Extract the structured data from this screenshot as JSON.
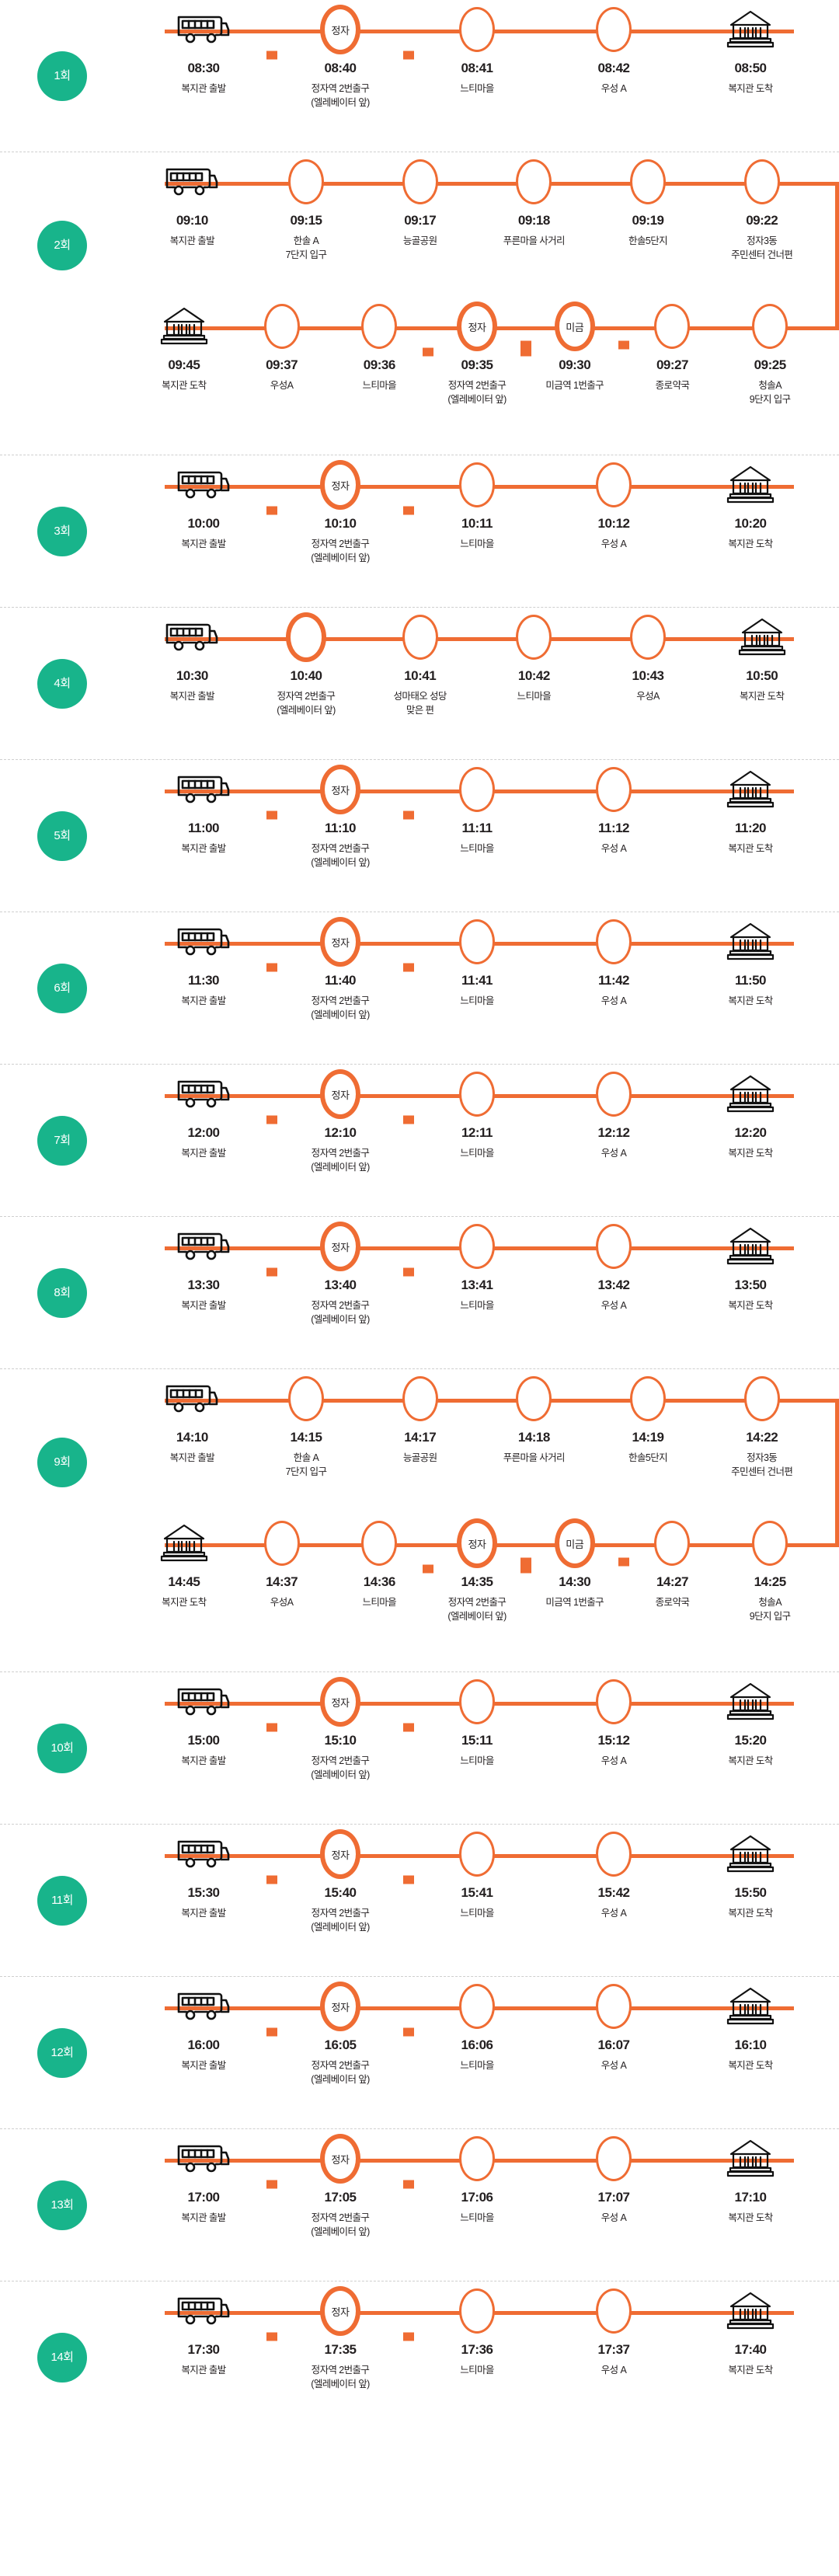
{
  "meta": {
    "accent_color": "#ef6c33",
    "badge_color": "#18b48b",
    "text_color": "#231f20",
    "divider_color": "#cfcfcf"
  },
  "icons": {
    "bus": "bus-icon",
    "welfare_center": "welfare-center-building-icon"
  },
  "rounds": [
    {
      "badge": "1회",
      "type": "simple",
      "legs": [
        {
          "stops": [
            {
              "mark": "bus",
              "time": "08:30",
              "place": "복지관 출발"
            },
            {
              "mark": "major",
              "label": "정자",
              "time": "08:40",
              "place": "정자역 2번출구\n(엘레베이터 앞)"
            },
            {
              "mark": "plain",
              "time": "08:41",
              "place": "느티마을"
            },
            {
              "mark": "plain",
              "time": "08:42",
              "place": "우성 A"
            },
            {
              "mark": "building",
              "time": "08:50",
              "place": "복지관 도착"
            }
          ]
        }
      ]
    },
    {
      "badge": "2회",
      "type": "double",
      "legs": [
        {
          "wrapped": true,
          "stops": [
            {
              "mark": "bus",
              "time": "09:10",
              "place": "복지관 출발"
            },
            {
              "mark": "plain",
              "time": "09:15",
              "place": "한솔 A\n7단지 입구"
            },
            {
              "mark": "plain",
              "time": "09:17",
              "place": "능골공원"
            },
            {
              "mark": "plain",
              "time": "09:18",
              "place": "푸른마을 사거리"
            },
            {
              "mark": "plain",
              "time": "09:19",
              "place": "한솔5단지"
            },
            {
              "mark": "plain",
              "time": "09:22",
              "place": "정자3동\n주민센터 건너편"
            }
          ]
        },
        {
          "reverse": true,
          "stops": [
            {
              "mark": "building",
              "time": "09:45",
              "place": "복지관 도착"
            },
            {
              "mark": "plain",
              "time": "09:37",
              "place": "우성A"
            },
            {
              "mark": "plain",
              "time": "09:36",
              "place": "느티마을"
            },
            {
              "mark": "major",
              "label": "정자",
              "time": "09:35",
              "place": "정자역 2번출구\n(엘레베이터 앞)"
            },
            {
              "mark": "major",
              "label": "미금",
              "time": "09:30",
              "place": "미금역 1번출구"
            },
            {
              "mark": "plain",
              "time": "09:27",
              "place": "종로약국"
            },
            {
              "mark": "plain",
              "time": "09:25",
              "place": "청솔A\n9단지 입구"
            }
          ]
        }
      ]
    },
    {
      "badge": "3회",
      "type": "simple",
      "legs": [
        {
          "stops": [
            {
              "mark": "bus",
              "time": "10:00",
              "place": "복지관 출발"
            },
            {
              "mark": "major",
              "label": "정자",
              "time": "10:10",
              "place": "정자역 2번출구\n(엘레베이터 앞)"
            },
            {
              "mark": "plain",
              "time": "10:11",
              "place": "느티마을"
            },
            {
              "mark": "plain",
              "time": "10:12",
              "place": "우성 A"
            },
            {
              "mark": "building",
              "time": "10:20",
              "place": "복지관 도착"
            }
          ]
        }
      ]
    },
    {
      "badge": "4회",
      "type": "simple",
      "legs": [
        {
          "stops": [
            {
              "mark": "bus",
              "time": "10:30",
              "place": "복지관 출발"
            },
            {
              "mark": "major-blank",
              "label": "",
              "time": "10:40",
              "place": "정자역 2번출구\n(엘레베이터 앞)"
            },
            {
              "mark": "plain",
              "time": "10:41",
              "place": "성마태오 성당\n맞은 편"
            },
            {
              "mark": "plain",
              "time": "10:42",
              "place": "느티마을"
            },
            {
              "mark": "plain",
              "time": "10:43",
              "place": "우성A"
            },
            {
              "mark": "building",
              "time": "10:50",
              "place": "복지관 도착"
            }
          ]
        }
      ]
    },
    {
      "badge": "5회",
      "type": "simple",
      "legs": [
        {
          "stops": [
            {
              "mark": "bus",
              "time": "11:00",
              "place": "복지관 출발"
            },
            {
              "mark": "major",
              "label": "정자",
              "time": "11:10",
              "place": "정자역 2번출구\n(엘레베이터 앞)"
            },
            {
              "mark": "plain",
              "time": "11:11",
              "place": "느티마을"
            },
            {
              "mark": "plain",
              "time": "11:12",
              "place": "우성 A"
            },
            {
              "mark": "building",
              "time": "11:20",
              "place": "복지관 도착"
            }
          ]
        }
      ]
    },
    {
      "badge": "6회",
      "type": "simple",
      "legs": [
        {
          "stops": [
            {
              "mark": "bus",
              "time": "11:30",
              "place": "복지관 출발"
            },
            {
              "mark": "major",
              "label": "정자",
              "time": "11:40",
              "place": "정자역 2번출구\n(엘레베이터 앞)"
            },
            {
              "mark": "plain",
              "time": "11:41",
              "place": "느티마을"
            },
            {
              "mark": "plain",
              "time": "11:42",
              "place": "우성 A"
            },
            {
              "mark": "building",
              "time": "11:50",
              "place": "복지관 도착"
            }
          ]
        }
      ]
    },
    {
      "badge": "7회",
      "type": "simple",
      "legs": [
        {
          "stops": [
            {
              "mark": "bus",
              "time": "12:00",
              "place": "복지관 출발"
            },
            {
              "mark": "major",
              "label": "정자",
              "time": "12:10",
              "place": "정자역 2번출구\n(엘레베이터 앞)"
            },
            {
              "mark": "plain",
              "time": "12:11",
              "place": "느티마을"
            },
            {
              "mark": "plain",
              "time": "12:12",
              "place": "우성 A"
            },
            {
              "mark": "building",
              "time": "12:20",
              "place": "복지관 도착"
            }
          ]
        }
      ]
    },
    {
      "badge": "8회",
      "type": "simple",
      "legs": [
        {
          "stops": [
            {
              "mark": "bus",
              "time": "13:30",
              "place": "복지관 출발"
            },
            {
              "mark": "major",
              "label": "정자",
              "time": "13:40",
              "place": "정자역 2번출구\n(엘레베이터 앞)"
            },
            {
              "mark": "plain",
              "time": "13:41",
              "place": "느티마을"
            },
            {
              "mark": "plain",
              "time": "13:42",
              "place": "우성 A"
            },
            {
              "mark": "building",
              "time": "13:50",
              "place": "복지관 도착"
            }
          ]
        }
      ]
    },
    {
      "badge": "9회",
      "type": "double",
      "legs": [
        {
          "wrapped": true,
          "stops": [
            {
              "mark": "bus",
              "time": "14:10",
              "place": "복지관 출발"
            },
            {
              "mark": "plain",
              "time": "14:15",
              "place": "한솔 A\n7단지 입구"
            },
            {
              "mark": "plain",
              "time": "14:17",
              "place": "능골공원"
            },
            {
              "mark": "plain",
              "time": "14:18",
              "place": "푸른마을 사거리"
            },
            {
              "mark": "plain",
              "time": "14:19",
              "place": "한솔5단지"
            },
            {
              "mark": "plain",
              "time": "14:22",
              "place": "정자3동\n주민센터 건너편"
            }
          ]
        },
        {
          "reverse": true,
          "stops": [
            {
              "mark": "building",
              "time": "14:45",
              "place": "복지관 도착"
            },
            {
              "mark": "plain",
              "time": "14:37",
              "place": "우성A"
            },
            {
              "mark": "plain",
              "time": "14:36",
              "place": "느티마을"
            },
            {
              "mark": "major",
              "label": "정자",
              "time": "14:35",
              "place": "정자역 2번출구\n(엘레베이터 앞)"
            },
            {
              "mark": "major",
              "label": "미금",
              "time": "14:30",
              "place": "미금역 1번출구"
            },
            {
              "mark": "plain",
              "time": "14:27",
              "place": "종로약국"
            },
            {
              "mark": "plain",
              "time": "14:25",
              "place": "청솔A\n9단지 입구"
            }
          ]
        }
      ]
    },
    {
      "badge": "10회",
      "type": "simple",
      "legs": [
        {
          "stops": [
            {
              "mark": "bus",
              "time": "15:00",
              "place": "복지관 출발"
            },
            {
              "mark": "major",
              "label": "정자",
              "time": "15:10",
              "place": "정자역 2번출구\n(엘레베이터 앞)"
            },
            {
              "mark": "plain",
              "time": "15:11",
              "place": "느티마을"
            },
            {
              "mark": "plain",
              "time": "15:12",
              "place": "우성 A"
            },
            {
              "mark": "building",
              "time": "15:20",
              "place": "복지관 도착"
            }
          ]
        }
      ]
    },
    {
      "badge": "11회",
      "type": "simple",
      "legs": [
        {
          "stops": [
            {
              "mark": "bus",
              "time": "15:30",
              "place": "복지관 출발"
            },
            {
              "mark": "major",
              "label": "정자",
              "time": "15:40",
              "place": "정자역 2번출구\n(엘레베이터 앞)"
            },
            {
              "mark": "plain",
              "time": "15:41",
              "place": "느티마을"
            },
            {
              "mark": "plain",
              "time": "15:42",
              "place": "우성 A"
            },
            {
              "mark": "building",
              "time": "15:50",
              "place": "복지관 도착"
            }
          ]
        }
      ]
    },
    {
      "badge": "12회",
      "type": "simple",
      "legs": [
        {
          "stops": [
            {
              "mark": "bus",
              "time": "16:00",
              "place": "복지관 출발"
            },
            {
              "mark": "major",
              "label": "정자",
              "time": "16:05",
              "place": "정자역 2번출구\n(엘레베이터 앞)"
            },
            {
              "mark": "plain",
              "time": "16:06",
              "place": "느티마을"
            },
            {
              "mark": "plain",
              "time": "16:07",
              "place": "우성 A"
            },
            {
              "mark": "building",
              "time": "16:10",
              "place": "복지관 도착"
            }
          ]
        }
      ]
    },
    {
      "badge": "13회",
      "type": "simple",
      "legs": [
        {
          "stops": [
            {
              "mark": "bus",
              "time": "17:00",
              "place": "복지관 출발"
            },
            {
              "mark": "major",
              "label": "정자",
              "time": "17:05",
              "place": "정자역 2번출구\n(엘레베이터 앞)"
            },
            {
              "mark": "plain",
              "time": "17:06",
              "place": "느티마을"
            },
            {
              "mark": "plain",
              "time": "17:07",
              "place": "우성 A"
            },
            {
              "mark": "building",
              "time": "17:10",
              "place": "복지관 도착"
            }
          ]
        }
      ]
    },
    {
      "badge": "14회",
      "type": "simple",
      "legs": [
        {
          "stops": [
            {
              "mark": "bus",
              "time": "17:30",
              "place": "복지관 출발"
            },
            {
              "mark": "major",
              "label": "정자",
              "time": "17:35",
              "place": "정자역 2번출구\n(엘레베이터 앞)"
            },
            {
              "mark": "plain",
              "time": "17:36",
              "place": "느티마을"
            },
            {
              "mark": "plain",
              "time": "17:37",
              "place": "우성 A"
            },
            {
              "mark": "building",
              "time": "17:40",
              "place": "복지관 도착"
            }
          ]
        }
      ]
    }
  ]
}
